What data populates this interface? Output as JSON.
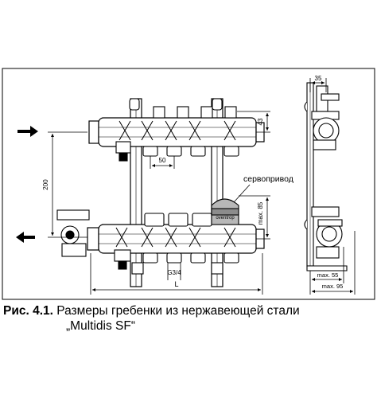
{
  "figure": {
    "dimensions": {
      "height_200": "200",
      "spacing_50": "50",
      "top_43": "43",
      "servo_85": "max. 85",
      "thread": "G3/4",
      "length": "L",
      "side_35": "35",
      "side_55": "max. 55",
      "side_95": "max. 95"
    },
    "labels": {
      "servo": "сервопривод",
      "brand": "oventrop"
    }
  },
  "caption": {
    "number": "Рис. 4.1.",
    "text_line1": " Размеры гребенки из нержавеющей стали",
    "text_line2": "„Multidis SF“"
  }
}
